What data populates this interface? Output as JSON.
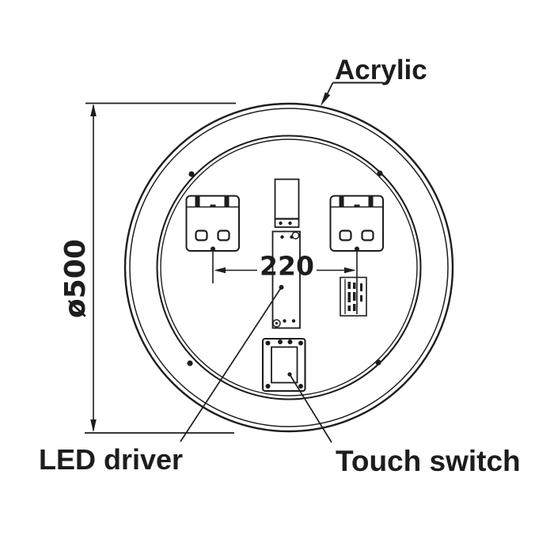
{
  "colors": {
    "line": "#1d1d1d",
    "background": "#ffffff"
  },
  "labels": {
    "acrylic": "Acrylic",
    "led_driver": "LED driver",
    "touch_switch": "Touch switch"
  },
  "dimensions": {
    "diameter": "ø500",
    "bracket_spacing": "220"
  }
}
